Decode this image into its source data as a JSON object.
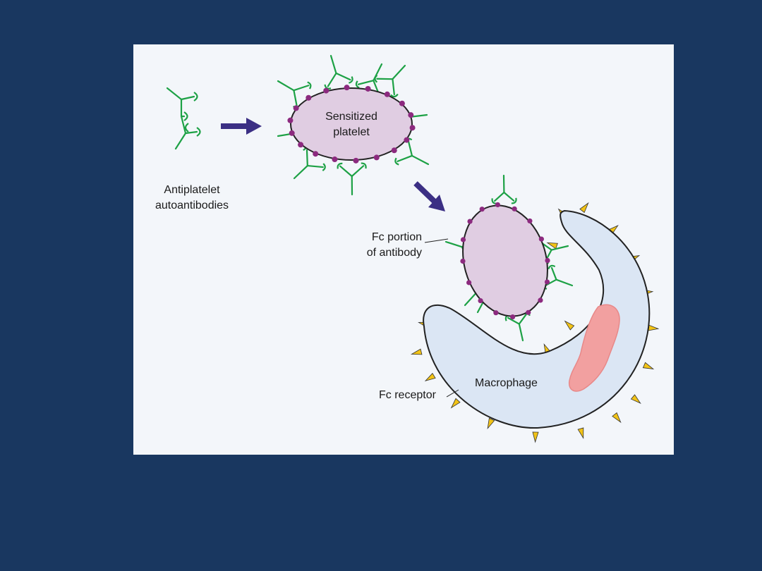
{
  "colors": {
    "slide_background": "#193760",
    "panel_background": "#f3f6fa",
    "antibody": "#1da145",
    "fc_dot": "#8c2a7f",
    "platelet": "#e0cde2",
    "arrow": "#3b2f84",
    "macrophage": "#dbe6f4",
    "receptor": "#f2c316",
    "nucleus": "#f2a0a0"
  },
  "diagram": {
    "antibody_label": [
      "Antiplatelet",
      "autoantibodies"
    ],
    "platelet_label": [
      "Sensitized",
      "platelet"
    ],
    "fc_label": [
      "Fc portion",
      "of antibody"
    ],
    "macrophage_label": "Macrophage",
    "receptor_label": "Fc receptor"
  }
}
